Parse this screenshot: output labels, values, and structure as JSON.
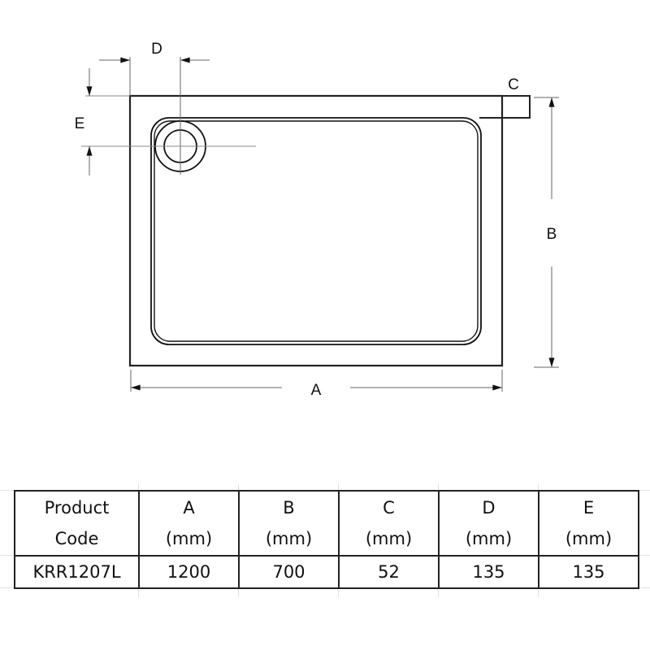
{
  "drawing": {
    "labels": {
      "A": "A",
      "B": "B",
      "C": "C",
      "D": "D",
      "E": "E"
    }
  },
  "table": {
    "headers": [
      {
        "line1": "Product",
        "line2": "Code"
      },
      {
        "line1": "A",
        "line2": "(mm)"
      },
      {
        "line1": "B",
        "line2": "(mm)"
      },
      {
        "line1": "C",
        "line2": "(mm)"
      },
      {
        "line1": "D",
        "line2": "(mm)"
      },
      {
        "line1": "E",
        "line2": "(mm)"
      }
    ],
    "rows": [
      {
        "product_code": "KRR1207L",
        "A": "1200",
        "B": "700",
        "C": "52",
        "D": "135",
        "E": "135"
      }
    ]
  },
  "colors": {
    "line": "#222222",
    "dim_line": "#666666",
    "grid": "#e2e2e2"
  }
}
